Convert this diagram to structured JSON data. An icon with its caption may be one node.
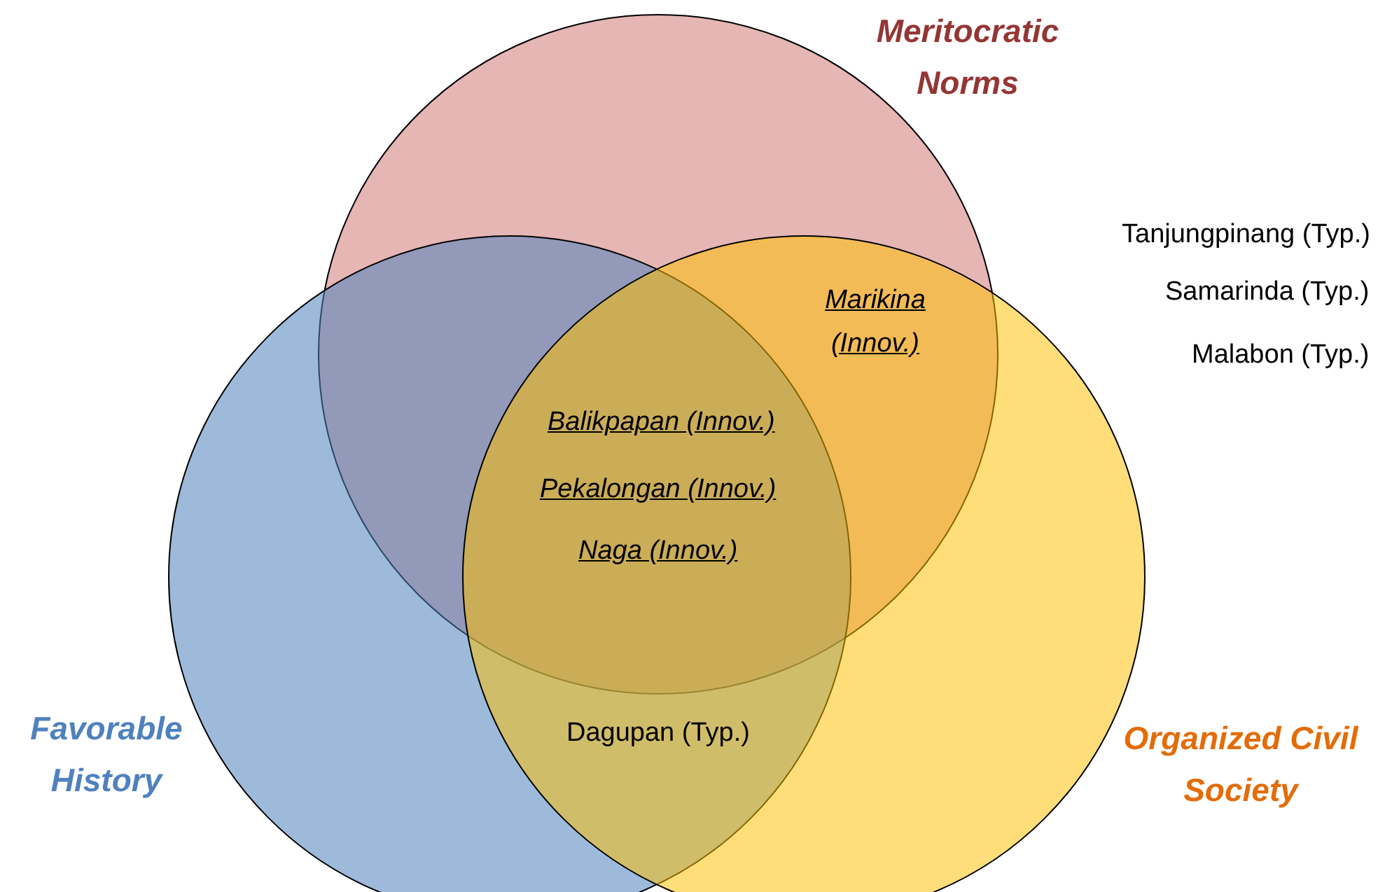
{
  "diagram": {
    "nodes": [
      {
        "text": [
          "Meritocratic Norms"
        ]
      },
      {
        "text": [
          "Favorable History"
        ]
      },
      {
        "text": [
          "Organized Civil Society"
        ]
      }
    ],
    "labels": [
      "Tanjungpinang (Typ.)",
      "Samarinda (Typ.)",
      "Marikina (Innov.)",
      "Malabon (Typ.)",
      "Balikpapan (Innov.)",
      "Pekalongan (Innov.)",
      "Naga (Innov.)",
      "Dagupan (Typ.)"
    ]
  }
}
